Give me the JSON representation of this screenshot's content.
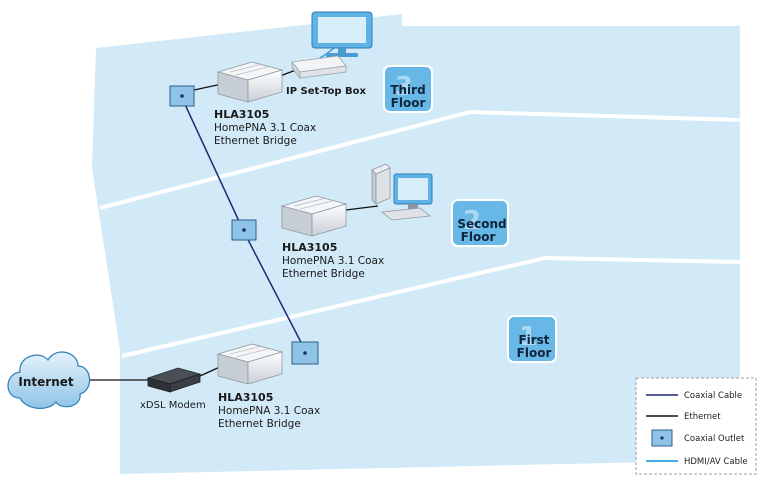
{
  "devices": {
    "third": {
      "model": "HLA3105",
      "line1": "HomePNA 3.1 Coax",
      "line2": "Ethernet Bridge"
    },
    "second": {
      "model": "HLA3105",
      "line1": "HomePNA 3.1 Coax",
      "line2": "Ethernet Bridge"
    },
    "first": {
      "model": "HLA3105",
      "line1": "HomePNA 3.1 Coax",
      "line2": "Ethernet Bridge"
    }
  },
  "stb_label": "IP Set-Top Box",
  "modem_label": "xDSL Modem",
  "internet_label": "Internet",
  "floors": {
    "third": {
      "num": "3",
      "line1": "Third",
      "line2": "Floor"
    },
    "second": {
      "num": "2",
      "line1": "Second",
      "line2": "Floor"
    },
    "first": {
      "num": "1",
      "line1": "First",
      "line2": "Floor"
    }
  },
  "legend": {
    "coax": "Coaxial Cable",
    "ethernet": "Ethernet",
    "outlet": "Coaxial Outlet",
    "hdmi": "HDMI/AV Cable"
  },
  "colors": {
    "house": "#d2e9f8",
    "house_divider": "#ffffff",
    "coax": "#1f2a78",
    "ethernet": "#111111",
    "hdmi": "#29a0dc",
    "outlet": "#8fc3e6",
    "floor_badge": "#67b8e6"
  }
}
